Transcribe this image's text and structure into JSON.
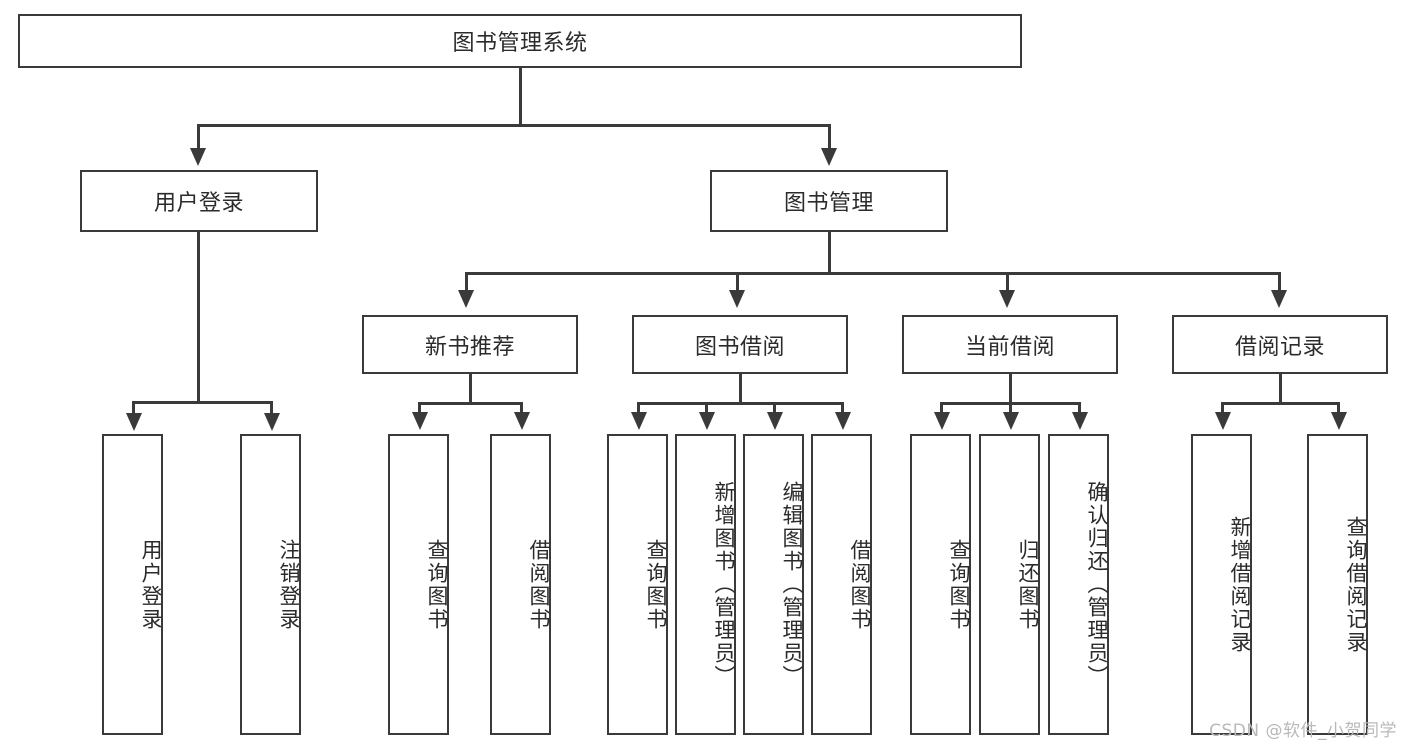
{
  "diagram": {
    "title": "图书管理系统",
    "watermark": "CSDN @软件_小贺同学",
    "colors": {
      "stroke": "#3a3a3a",
      "fill": "#ffffff",
      "text": "#2b2b2b",
      "watermark": "#b9b9b9"
    },
    "levels": {
      "level1": [
        {
          "id": "root",
          "label": "图书管理系统"
        }
      ],
      "level2": [
        {
          "id": "user-login",
          "label": "用户登录"
        },
        {
          "id": "book-management",
          "label": "图书管理"
        }
      ],
      "level3": [
        {
          "id": "new-book-recommend",
          "label": "新书推荐"
        },
        {
          "id": "book-borrow",
          "label": "图书借阅"
        },
        {
          "id": "current-borrow",
          "label": "当前借阅"
        },
        {
          "id": "borrow-record",
          "label": "借阅记录"
        }
      ],
      "level4": [
        {
          "id": "leaf-user-login",
          "label": "用户登录",
          "parent": "user-login"
        },
        {
          "id": "leaf-logout-login",
          "label": "注销登录",
          "parent": "user-login"
        },
        {
          "id": "leaf-query-book-1",
          "label": "查询图书",
          "parent": "new-book-recommend"
        },
        {
          "id": "leaf-borrow-book-1",
          "label": "借阅图书",
          "parent": "new-book-recommend"
        },
        {
          "id": "leaf-query-book-2",
          "label": "查询图书",
          "parent": "book-borrow"
        },
        {
          "id": "leaf-add-book",
          "label": "新增图书（管理员）",
          "parent": "book-borrow"
        },
        {
          "id": "leaf-edit-book",
          "label": "编辑图书（管理员）",
          "parent": "book-borrow"
        },
        {
          "id": "leaf-borrow-book-2",
          "label": "借阅图书",
          "parent": "book-borrow"
        },
        {
          "id": "leaf-query-book-3",
          "label": "查询图书",
          "parent": "current-borrow"
        },
        {
          "id": "leaf-return-book",
          "label": "归还图书",
          "parent": "current-borrow"
        },
        {
          "id": "leaf-confirm-return",
          "label": "确认归还（管理员）",
          "parent": "current-borrow"
        },
        {
          "id": "leaf-add-record",
          "label": "新增借阅记录",
          "parent": "borrow-record"
        },
        {
          "id": "leaf-query-record",
          "label": "查询借阅记录",
          "parent": "borrow-record"
        }
      ]
    }
  }
}
